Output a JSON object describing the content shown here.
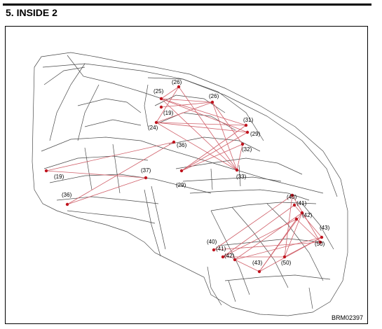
{
  "header": {
    "title": "5.  INSIDE 2"
  },
  "figure_code": "BRM02397",
  "colors": {
    "marker": "#c0141e",
    "line": "#d0606a",
    "outline": "#555555"
  },
  "labels": {
    "l26a": "(26)",
    "l25": "(25)",
    "l26b": "(26)",
    "l19a": "(19)",
    "l24": "(24)",
    "l31": "(31)",
    "l29a": "(29)",
    "l32": "(32)",
    "l36a": "(36)",
    "l33": "(33)",
    "l29b": "(29)",
    "l37": "(37)",
    "l19b": "(19)",
    "l36b": "(36)",
    "l40a": "(40)",
    "l41a": "(41)",
    "l42a": "(42)",
    "l43a": "(43)",
    "l50a": "(50)",
    "l40b": "(40)",
    "l41b": "(41)",
    "l42b": "(42)",
    "l43b": "(43)",
    "l50b": "(50)"
  }
}
